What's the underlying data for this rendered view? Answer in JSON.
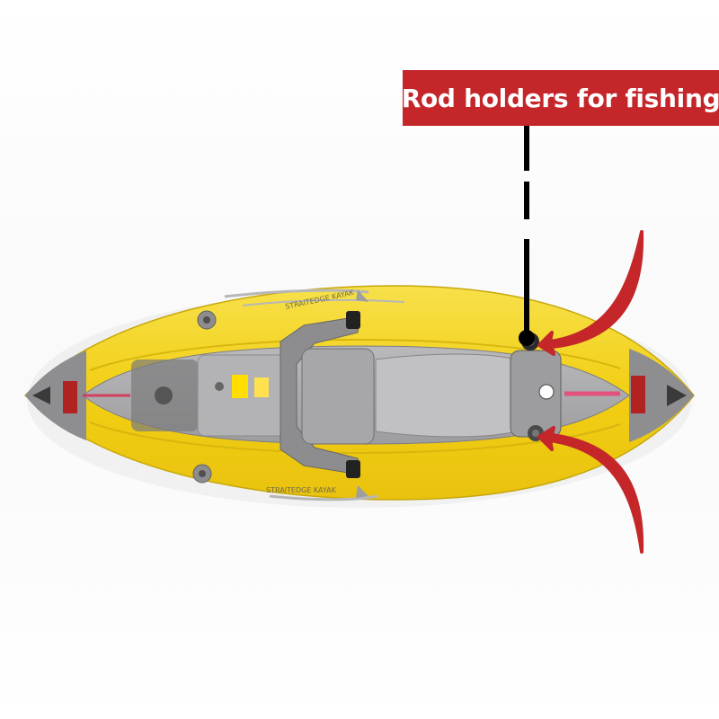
{
  "callout": {
    "label": "Rod holders for fishing",
    "background_color": "#c4262a",
    "text_color": "#ffffff"
  },
  "kayak": {
    "side_print_top": "STRAITEDGE KAYAK",
    "side_print_bottom": "STRAITEDGE KAYAK",
    "hull_color": "#f3d21c",
    "deck_color": "#a9a9ab",
    "leader_line_color": "#000000",
    "arrow_color": "#c4262a"
  }
}
